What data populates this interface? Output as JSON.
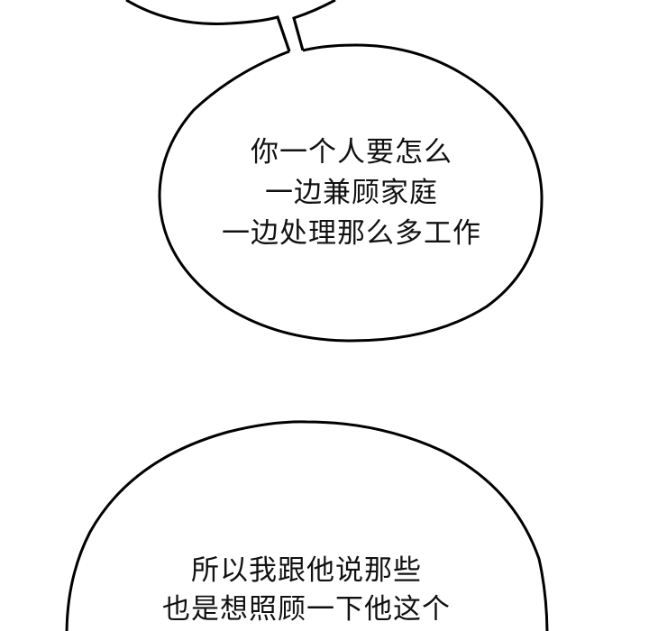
{
  "panel": {
    "background": "#ffffff",
    "stroke_color": "#000000",
    "text_color": "#111111"
  },
  "bubbles": [
    {
      "id": "top-bubble",
      "lines": []
    },
    {
      "id": "middle-bubble",
      "lines": [
        "你一个人要怎么",
        "一边兼顾家庭",
        "一边处理那么多工作"
      ]
    },
    {
      "id": "bottom-bubble",
      "lines": [
        "所以我跟他说那些",
        "也是想照顾一下他这个"
      ]
    }
  ]
}
